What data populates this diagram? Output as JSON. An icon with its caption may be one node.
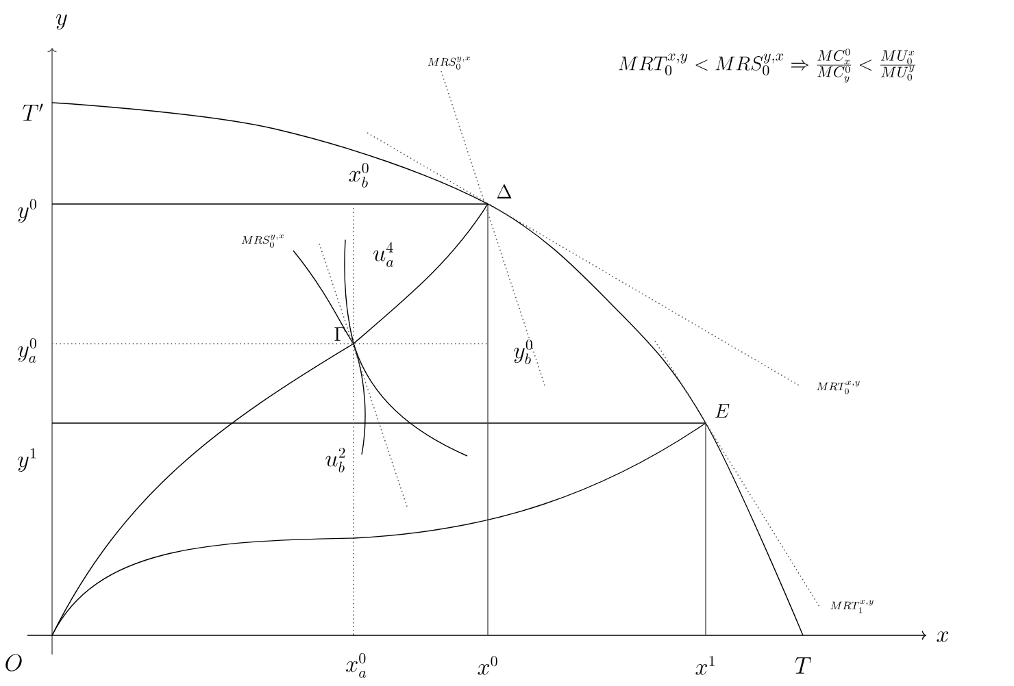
{
  "diagram": {
    "labels": [
      "y",
      "MRS_0^{y,x}",
      "MRT_0^{x,y} < MRS_0^{y,x} \\Rightarrow \\frac{MC_x^0}{MC_y^0} < \\frac{MU_0^x}{MU_0^y}",
      "T'",
      "x_b^0",
      "y^0",
      "\\Delta",
      "MRS_0^{y,x}",
      "u_a^4",
      "y_a^0",
      "\\Gamma",
      "y_b^0",
      "MRT_0^{x,y}",
      "E",
      "y^1",
      "u_b^2",
      "MRT_1^{x,y}",
      "x",
      "O",
      "x_a^0",
      "x^0",
      "x^1",
      "T"
    ]
  }
}
